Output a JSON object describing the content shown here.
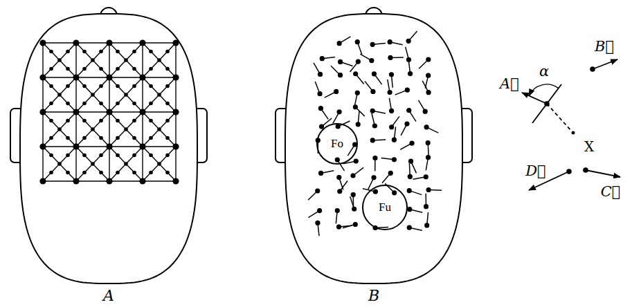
{
  "diagram": {
    "nodes": [
      {
        "text": [
          "Fo"
        ]
      },
      {
        "text": [
          "Fu"
        ]
      }
    ],
    "labels": [
      "A",
      "B",
      "A⃗",
      "α",
      "X",
      "B⃗",
      "C⃗",
      "D⃗"
    ]
  }
}
